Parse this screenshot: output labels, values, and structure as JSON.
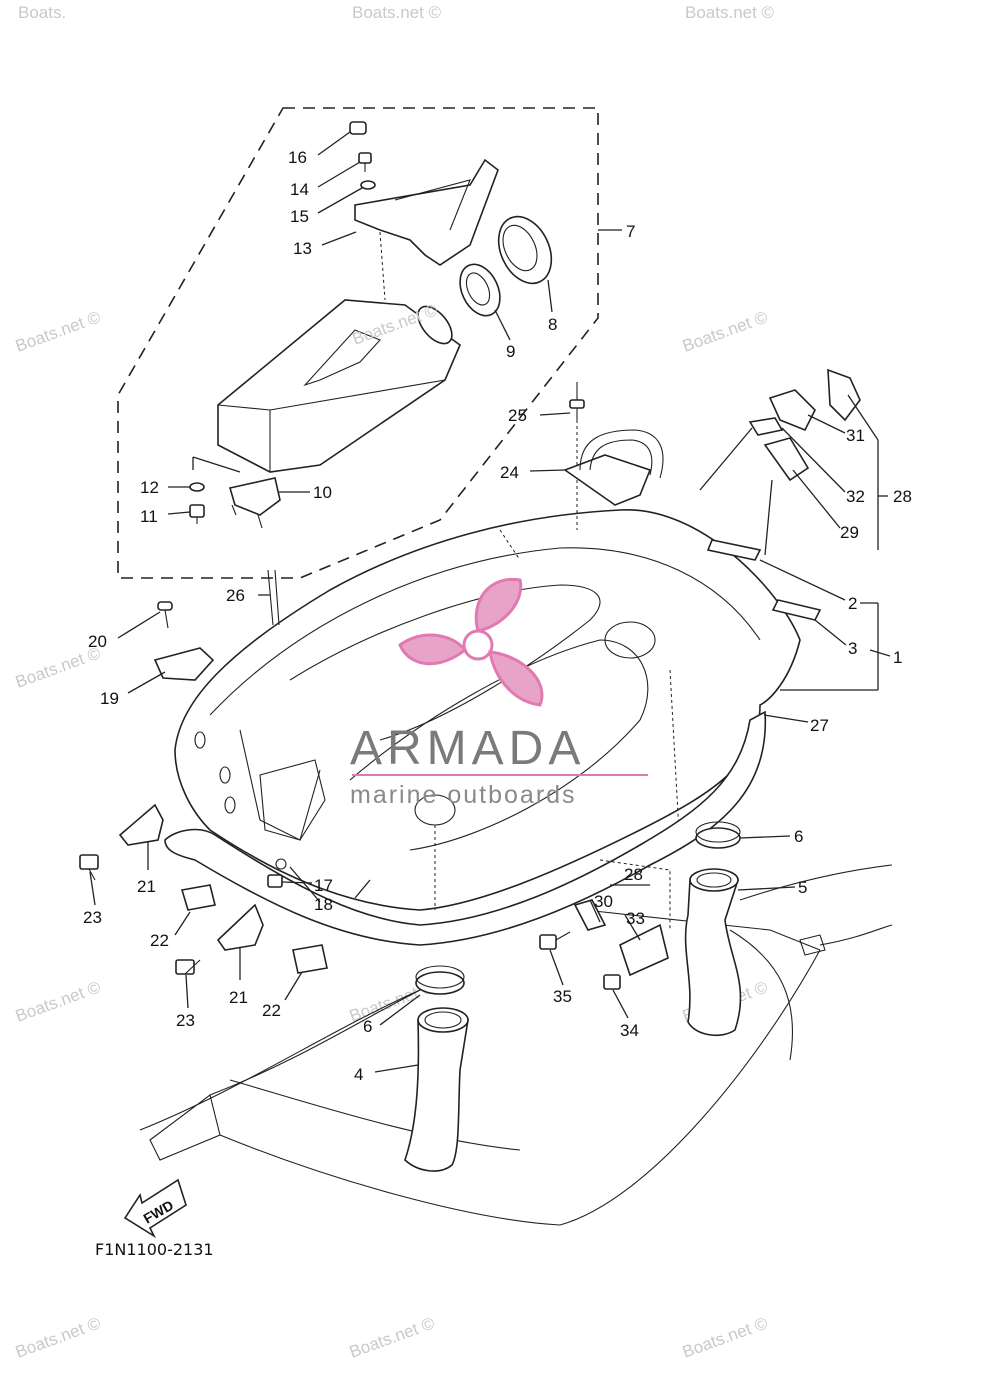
{
  "diagram_code": "F1N1100-2131",
  "fwd_label": "FWD",
  "watermark_text": "Boats.net ©",
  "watermark_corner_text": "Boats.",
  "watermark_center_text": "Boats.net ©",
  "brand": {
    "name": "ARMADA",
    "tagline": "marine outboards",
    "accent_color": "#e07ab0"
  },
  "callouts": {
    "c1": "1",
    "c2": "2",
    "c3": "3",
    "c4": "4",
    "c5": "5",
    "c6a": "6",
    "c6b": "6",
    "c7": "7",
    "c8": "8",
    "c9": "9",
    "c10": "10",
    "c11": "11",
    "c12": "12",
    "c13": "13",
    "c14": "14",
    "c15": "15",
    "c16": "16",
    "c17": "17",
    "c18": "18",
    "c19": "19",
    "c20": "20",
    "c21a": "21",
    "c21b": "21",
    "c22a": "22",
    "c22b": "22",
    "c23a": "23",
    "c23b": "23",
    "c24": "24",
    "c25": "25",
    "c26": "26",
    "c27": "27",
    "c28a": "28",
    "c28b": "28",
    "c29": "29",
    "c30": "30",
    "c31": "31",
    "c32": "32",
    "c33": "33",
    "c34": "34",
    "c35": "35"
  }
}
